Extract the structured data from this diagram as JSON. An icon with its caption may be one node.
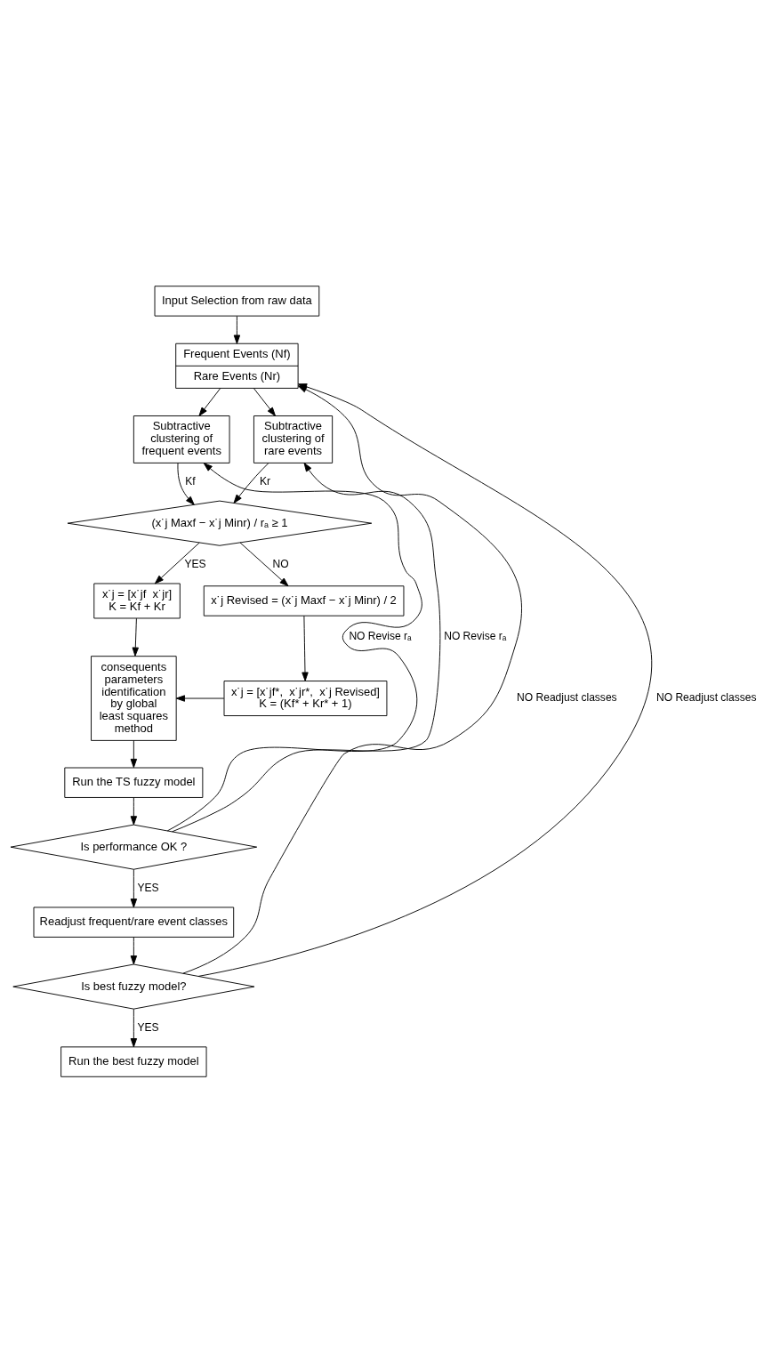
{
  "diagram": {
    "nodes": [
      {
        "text": [
          "Input Selection from raw data"
        ]
      },
      {
        "text": [
          "Frequent Events (Nf)",
          "Rare Events (Nr)"
        ]
      },
      {
        "text": [
          "Subtractive clustering of frequent events"
        ]
      },
      {
        "text": [
          "Subtractive clustering of rare events"
        ]
      },
      {
        "text": [
          "(x˙j Maxf − x˙j Minr) / rₐ ≥ 1"
        ]
      },
      {
        "text": [
          "x˙j = [x˙jf  x˙jr]",
          "K = Kf + Kr"
        ]
      },
      {
        "text": [
          "x˙j Revised = (x˙j Maxf − x˙j Minr) / 2"
        ]
      },
      {
        "text": [
          "consequents parameters identification by global least squares method"
        ]
      },
      {
        "text": [
          "x˙j = [x˙jf*,  x˙jr*,  x˙j Revised]",
          "K = (Kf* + Kr* + 1)"
        ]
      },
      {
        "text": [
          "Run the TS fuzzy model"
        ]
      },
      {
        "text": [
          "Is performance OK ?"
        ]
      },
      {
        "text": [
          "Readjust frequent/rare event classes"
        ]
      },
      {
        "text": [
          "Is best fuzzy model?"
        ]
      },
      {
        "text": [
          "Run the best fuzzy model"
        ]
      }
    ],
    "edges": [
      {
        "from": 0,
        "to": 1,
        "arrow": "to"
      },
      {
        "from": 1,
        "to": 2,
        "arrow": "to"
      },
      {
        "from": 1,
        "to": 3,
        "arrow": "to"
      },
      {
        "from": 2,
        "to": 4,
        "arrow": "to",
        "label": "Kf"
      },
      {
        "from": 3,
        "to": 4,
        "arrow": "to",
        "label": "Kr"
      },
      {
        "from": 4,
        "to": 5,
        "arrow": "to",
        "label": "YES"
      },
      {
        "from": 4,
        "to": 6,
        "arrow": "to",
        "label": "NO"
      },
      {
        "from": 5,
        "to": 7,
        "arrow": "to"
      },
      {
        "from": 6,
        "to": 8,
        "arrow": "to"
      },
      {
        "from": 8,
        "to": 7,
        "arrow": "to"
      },
      {
        "from": 7,
        "to": 9,
        "arrow": "to"
      },
      {
        "from": 9,
        "to": 10,
        "arrow": "to"
      },
      {
        "from": 10,
        "to": 2,
        "arrow": "to",
        "label": "NO Revise rₐ"
      },
      {
        "from": 10,
        "to": 3,
        "arrow": "to",
        "label": "NO Revise rₐ"
      },
      {
        "from": 10,
        "to": 11,
        "arrow": "to",
        "label": "YES"
      },
      {
        "from": 11,
        "to": 12,
        "arrow": "to"
      },
      {
        "from": 12,
        "to": 1,
        "arrow": "to",
        "label": "NO Readjust classes"
      },
      {
        "from": 12,
        "to": 1,
        "arrow": "to",
        "label": "NO Readjust classes"
      },
      {
        "from": 12,
        "to": 13,
        "arrow": "to",
        "label": "YES"
      }
    ]
  }
}
